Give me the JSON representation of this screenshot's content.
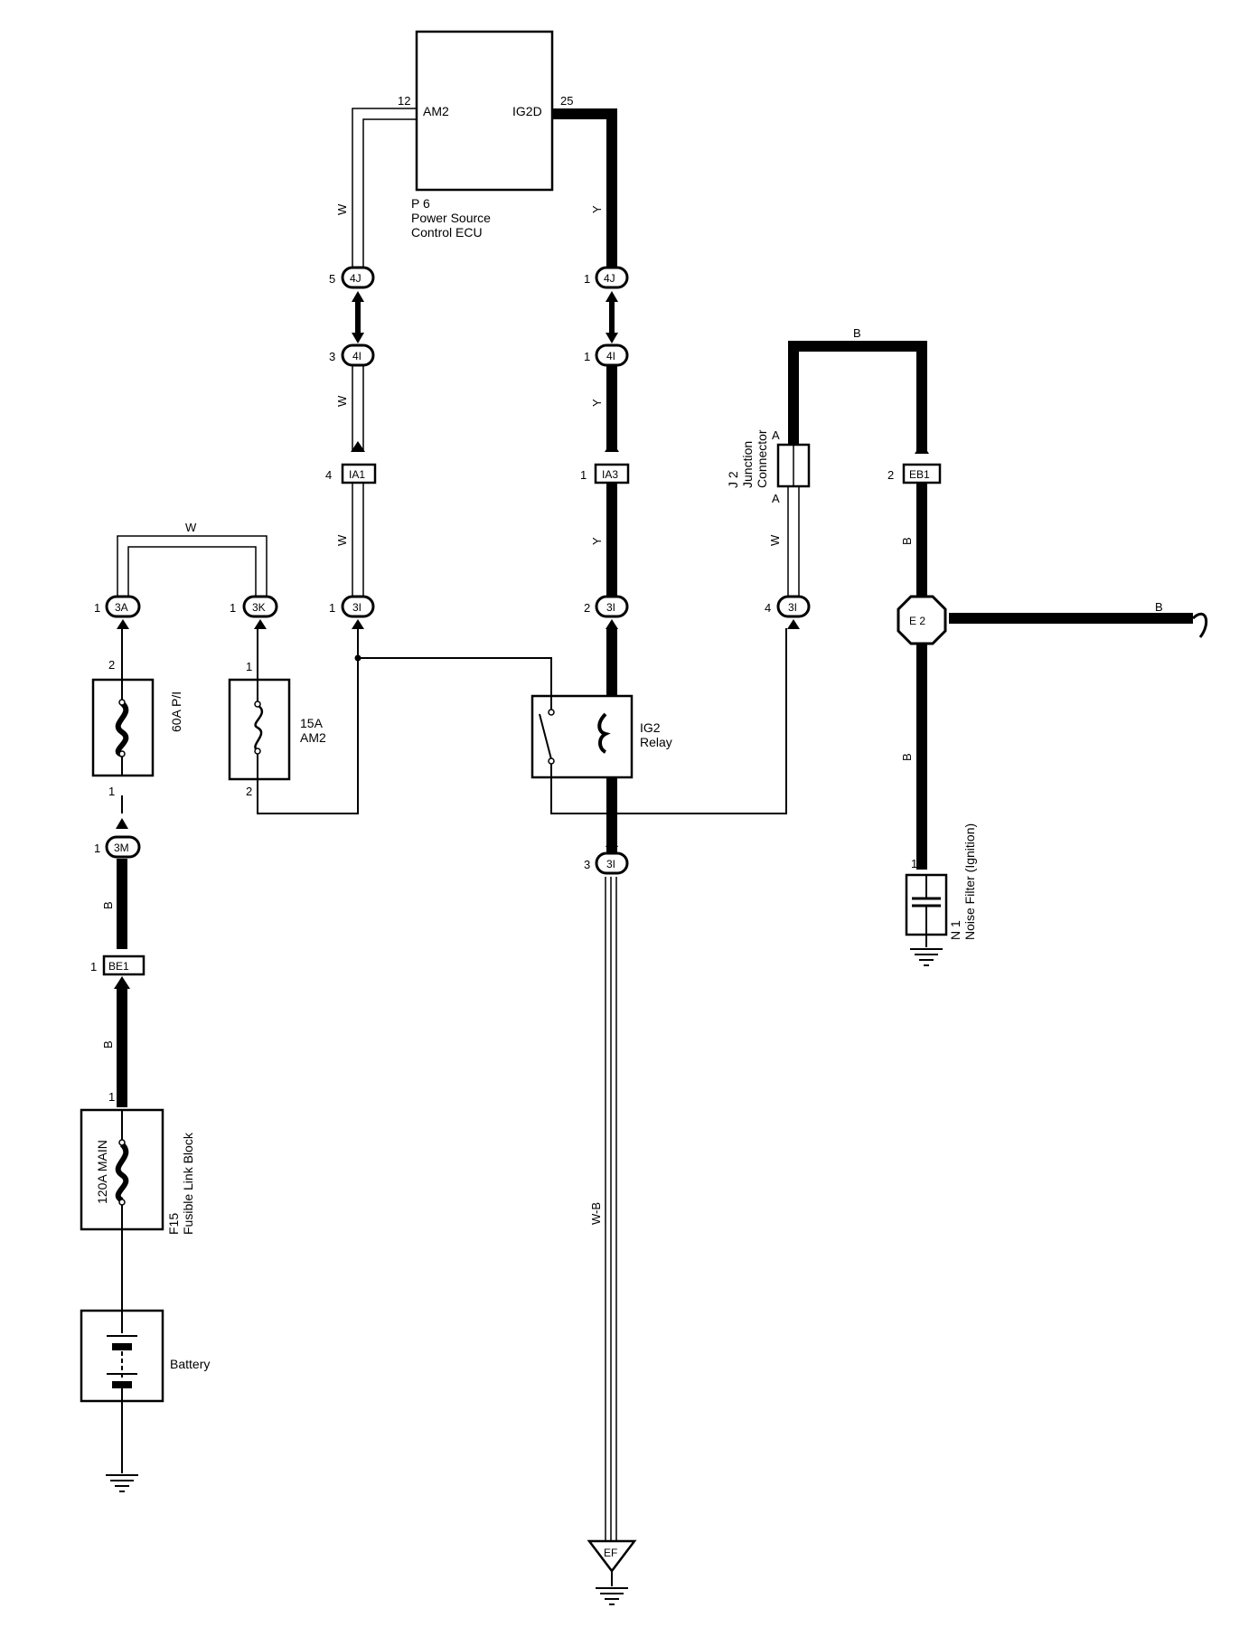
{
  "ecu": {
    "id": "P 6",
    "name_line1": "Power Source",
    "name_line2": "Control ECU",
    "pin_am2": "AM2",
    "pin_ig2d": "IG2D",
    "pin_am2_no": "12",
    "pin_ig2d_no": "25"
  },
  "wire_colors": {
    "w": "W",
    "y": "Y",
    "b": "B",
    "wb": "W-B"
  },
  "connectors": {
    "c4j": "4J",
    "c4i": "4I",
    "ia1": "IA1",
    "ia3": "IA3",
    "eb1": "EB1",
    "c3i": "3I",
    "c3a": "3A",
    "c3k": "3K",
    "c3m": "3M",
    "be1": "BE1",
    "e2": "E 2",
    "ef": "EF"
  },
  "pins": {
    "p5": "5",
    "p1": "1",
    "p3": "3",
    "p4": "4",
    "p2": "2",
    "pA": "A"
  },
  "fuses": {
    "p_i": "60A P/I",
    "am2_amp": "15A",
    "am2_name": "AM2",
    "main": "120A MAIN",
    "block_id": "F15",
    "block_name": "Fusible Link Block"
  },
  "relay": {
    "name_line1": "IG2",
    "name_line2": "Relay"
  },
  "junction": {
    "id": "J 2",
    "name_line1": "Junction",
    "name_line2": "Connector"
  },
  "noise_filter": {
    "id": "N 1",
    "name": "Noise Filter (Ignition)"
  },
  "battery": {
    "label": "Battery"
  }
}
